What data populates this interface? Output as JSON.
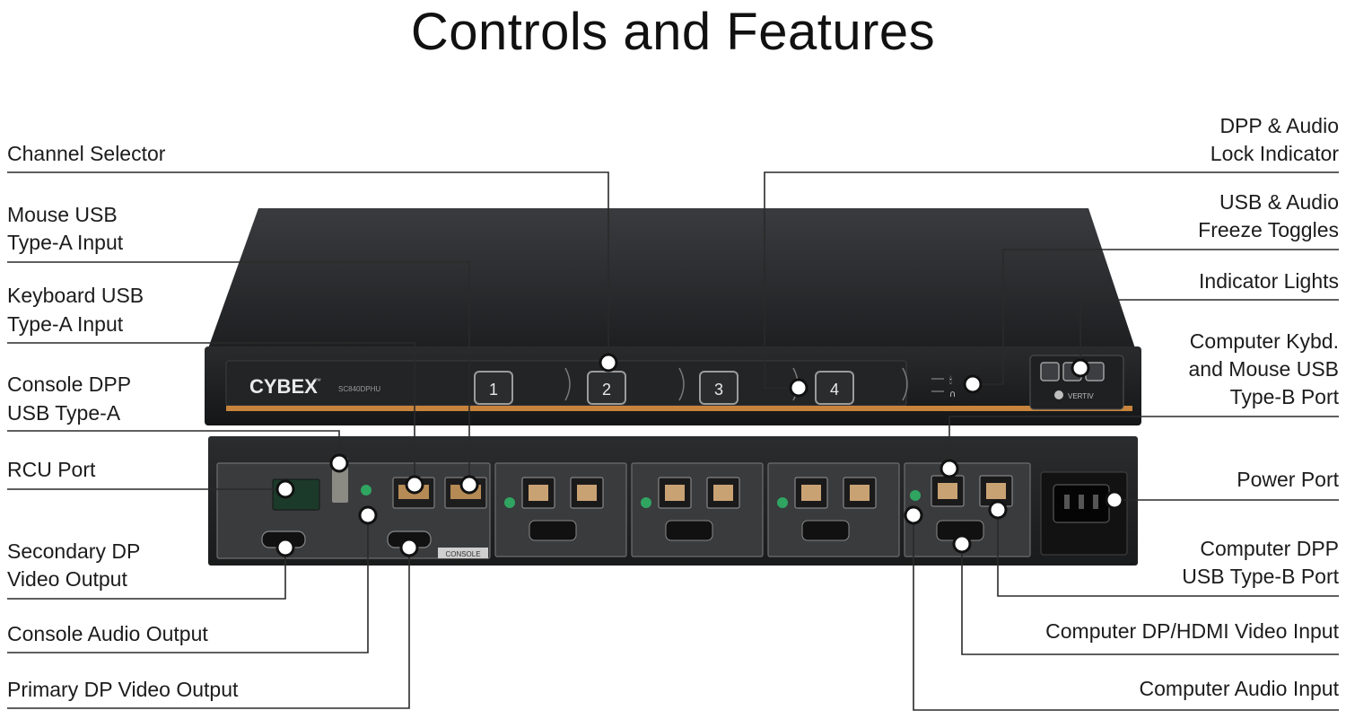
{
  "title": "Controls and Features",
  "brand": {
    "logo": "CYBEX",
    "trademark": "™",
    "model": "SC840DPHU",
    "vendor": "VERTIV"
  },
  "channels": [
    "1",
    "2",
    "3",
    "4"
  ],
  "panel_tag": "CONSOLE",
  "left_labels": {
    "channel_selector": "Channel Selector",
    "mouse_usb_1": "Mouse USB",
    "mouse_usb_2": "Type-A Input",
    "keyboard_usb_1": "Keyboard USB",
    "keyboard_usb_2": "Type-A Input",
    "console_dpp_1": "Console DPP",
    "console_dpp_2": "USB Type-A",
    "rcu_port": "RCU Port",
    "secondary_dp_1": "Secondary DP",
    "secondary_dp_2": "Video Output",
    "console_audio": "Console Audio Output",
    "primary_dp": "Primary DP Video Output"
  },
  "right_labels": {
    "dpp_lock_1": "DPP & Audio",
    "dpp_lock_2": "Lock Indicator",
    "freeze_1": "USB & Audio",
    "freeze_2": "Freeze Toggles",
    "indicator_lights": "Indicator Lights",
    "kybd_mouse_1": "Computer Kybd.",
    "kybd_mouse_2": "and Mouse USB",
    "kybd_mouse_3": "Type-B  Port",
    "power_port": "Power Port",
    "computer_dpp_1": "Computer DPP",
    "computer_dpp_2": "USB Type-B  Port",
    "computer_video": "Computer DP/HDMI Video Input",
    "computer_audio": "Computer Audio Input"
  },
  "colors": {
    "chassis_dark": "#1b1c1e",
    "panel_gray": "#3a3b3d",
    "accent_orange": "#c8843c",
    "audio_green": "#2fa561",
    "callout_line": "#2a2a2a"
  }
}
